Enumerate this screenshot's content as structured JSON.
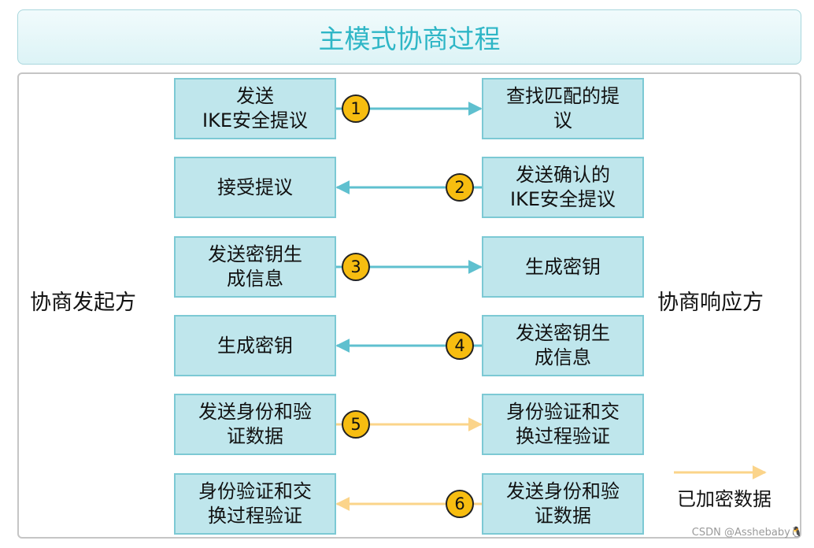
{
  "title": "主模式协商过程",
  "initiator_label": "协商发起方",
  "responder_label": "协商响应方",
  "steps": [
    {
      "number": "1",
      "left": "发送IKE安全提议",
      "right": "查找匹配的提议",
      "direction": "right",
      "encrypted": false
    },
    {
      "number": "2",
      "left": "接受提议",
      "right": "发送确认的IKE安全提议",
      "direction": "left",
      "encrypted": false
    },
    {
      "number": "3",
      "left": "发送密钥生成信息",
      "right": "生成密钥",
      "direction": "right",
      "encrypted": false
    },
    {
      "number": "4",
      "left": "生成密钥",
      "right": "发送密钥生成信息",
      "direction": "left",
      "encrypted": false
    },
    {
      "number": "5",
      "left": "发送身份和验证数据",
      "right": "身份验证和交换过程验证",
      "direction": "right",
      "encrypted": true
    },
    {
      "number": "6",
      "left": "身份验证和交换过程验证",
      "right": "发送身份和验证数据",
      "direction": "left",
      "encrypted": true
    }
  ],
  "legend": {
    "label": "已加密数据"
  },
  "colors": {
    "plain_arrow": "#5fc0cf",
    "encrypted_arrow": "#fbd48a",
    "badge": "#f7bd10",
    "box_fill": "#bfe6ec"
  },
  "watermark": "CSDN @Asshebaby🐧"
}
